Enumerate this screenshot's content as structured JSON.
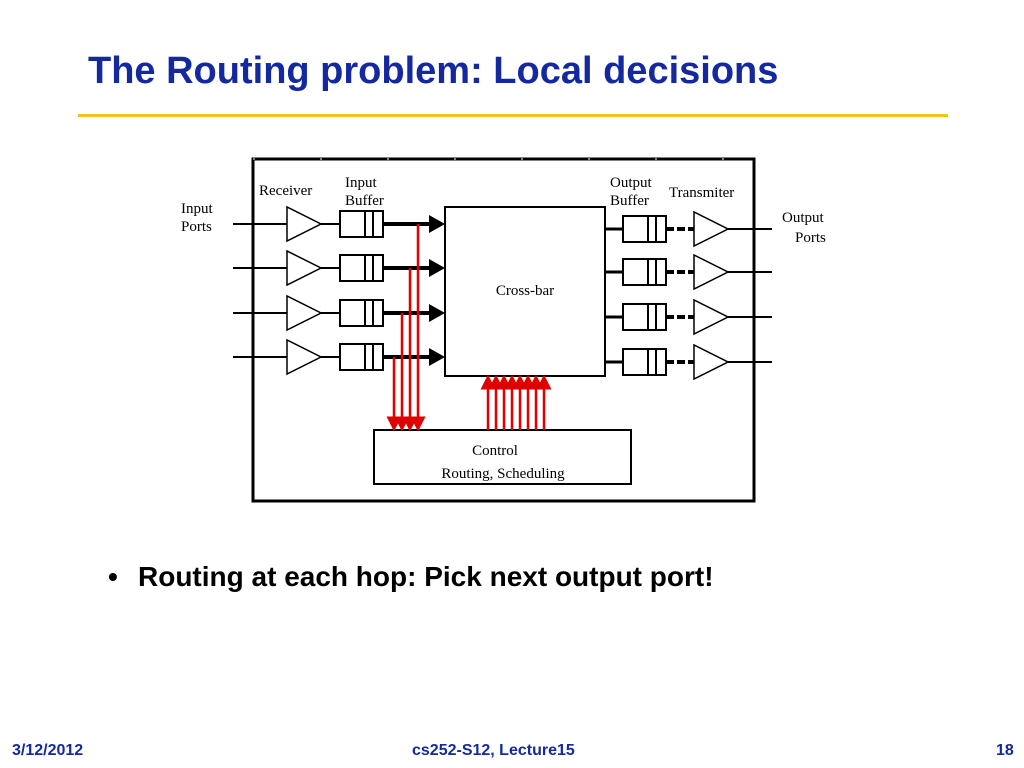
{
  "slide": {
    "title": "The Routing problem: Local decisions",
    "bullet": "Routing at each hop: Pick next output port!"
  },
  "diagram": {
    "labels": {
      "input_ports": [
        "Input",
        "Ports"
      ],
      "receiver": "Receiver",
      "input_buffer": [
        "Input",
        "Buffer"
      ],
      "output_buffer": [
        "Output",
        "Buffer"
      ],
      "transmitter": "Transmiter",
      "output_ports": [
        "Output",
        "Ports"
      ],
      "crossbar": "Cross-bar",
      "control": [
        "Control",
        "Routing, Scheduling"
      ]
    },
    "port_count": 4,
    "control_link_color": "#e00000"
  },
  "footer": {
    "date": "3/12/2012",
    "course": "cs252-S12, Lecture15",
    "page": "18"
  },
  "colors": {
    "title": "#1428a0",
    "rule": "#f0c419",
    "footer": "#1428a0"
  }
}
